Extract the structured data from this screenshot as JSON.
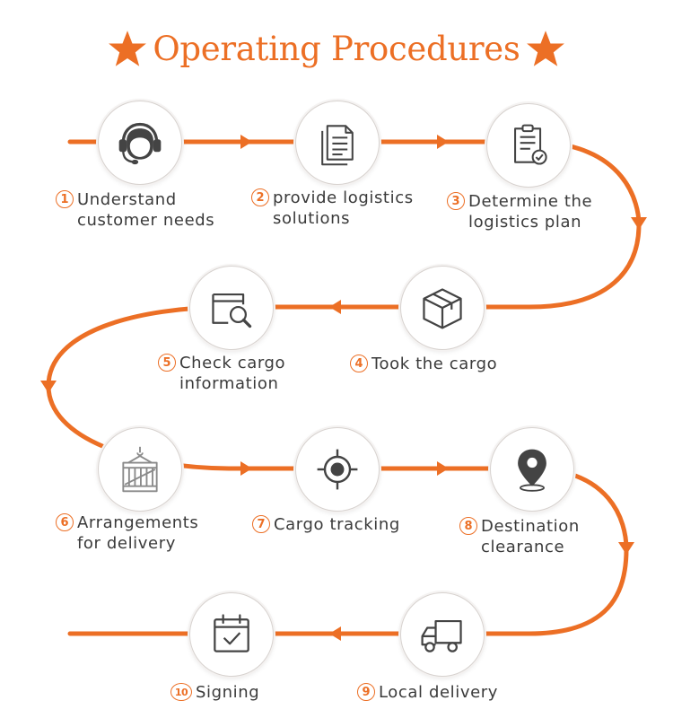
{
  "title": "Operating Procedures",
  "colors": {
    "accent": "#ec6f25",
    "icon": "#4a4a4a",
    "text": "#3a3a3a"
  },
  "steps": [
    {
      "number": "1",
      "text": "Understand\ncustomer needs",
      "icon": "headset-operator-icon"
    },
    {
      "number": "2",
      "text": "provide logistics\nsolutions",
      "icon": "documents-icon"
    },
    {
      "number": "3",
      "text": "Determine the\nlogistics plan",
      "icon": "clipboard-check-icon"
    },
    {
      "number": "4",
      "text": "Took the cargo",
      "icon": "box-icon"
    },
    {
      "number": "5",
      "text": "Check cargo\ninformation",
      "icon": "package-search-icon"
    },
    {
      "number": "6",
      "text": "Arrangements\nfor delivery",
      "icon": "crane-crate-icon"
    },
    {
      "number": "7",
      "text": "Cargo tracking",
      "icon": "target-icon"
    },
    {
      "number": "8",
      "text": "Destination\nclearance",
      "icon": "location-pin-icon"
    },
    {
      "number": "9",
      "text": "Local delivery",
      "icon": "truck-icon"
    },
    {
      "number": "10",
      "text": "Signing",
      "icon": "calendar-check-icon"
    }
  ]
}
